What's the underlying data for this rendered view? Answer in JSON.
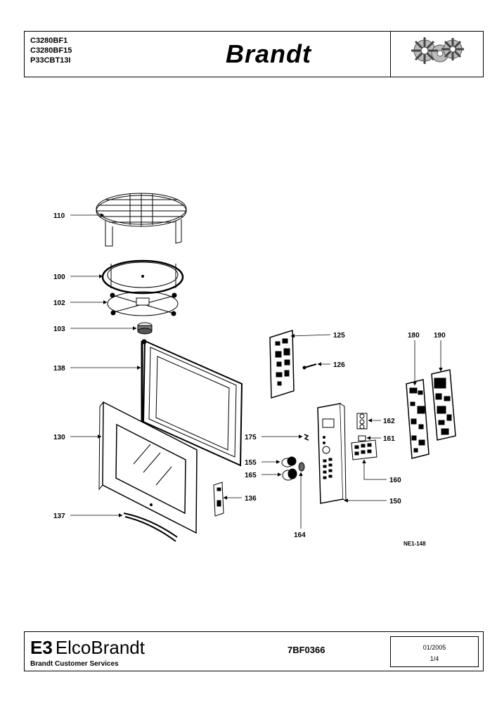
{
  "header": {
    "models": [
      "C3280BF1",
      "C3280BF15",
      "P33CBT13I"
    ],
    "brand": "Brandt"
  },
  "diagram": {
    "drawing_ref": "NE1-148",
    "callouts": [
      "110",
      "100",
      "102",
      "103",
      "138",
      "130",
      "137",
      "125",
      "126",
      "175",
      "155",
      "165",
      "136",
      "164",
      "162",
      "161",
      "180",
      "190",
      "160",
      "150"
    ]
  },
  "footer": {
    "company_mark": "E3",
    "company": "ElcoBrandt",
    "service": "Brandt Customer Services",
    "doc_ref": "7BF0366",
    "date": "01/2005",
    "page": "1/4"
  }
}
